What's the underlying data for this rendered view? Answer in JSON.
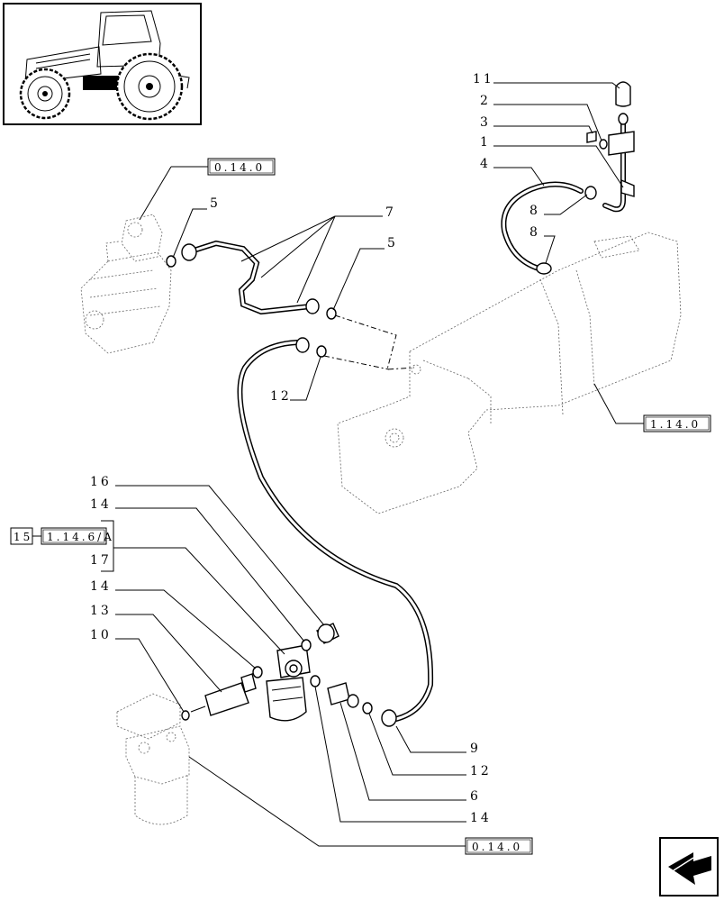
{
  "callouts": {
    "n11": "11",
    "n2": "2",
    "n3": "3",
    "n1": "1",
    "n4": "4",
    "n8a": "8",
    "n8b": "8",
    "n5a": "5",
    "n7": "7",
    "n5b": "5",
    "n12a": "12",
    "n16": "16",
    "n14a": "14",
    "n17": "17",
    "n14b": "14",
    "n13": "13",
    "n10": "10",
    "n9": "9",
    "n12b": "12",
    "n6": "6",
    "n14c": "14",
    "n15": "15"
  },
  "references": {
    "ref_top": "0.14.0",
    "ref_tank": "1.14.0",
    "ref_15": "1.14.6/A",
    "ref_bottom": "0.14.0"
  },
  "icons": {
    "thumbnail": "tractor-thumbnail-icon",
    "nav": "next-page-arrow-icon"
  }
}
